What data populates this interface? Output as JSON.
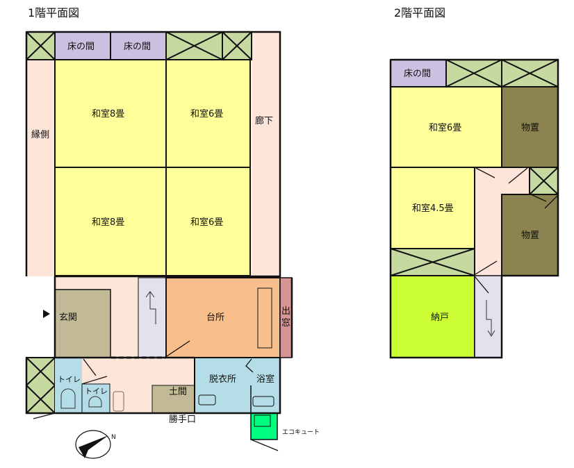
{
  "floor1": {
    "title": "1階平面図",
    "rooms": {
      "tokonoma1": "床の間",
      "tokonoma2": "床の間",
      "washitsu8a": "和室8畳",
      "washitsu6a": "和室6畳",
      "washitsu8b": "和室8畳",
      "washitsu6b": "和室6畳",
      "engawa": "縁側",
      "rouka": "廊下",
      "genkan": "玄関",
      "daidokoro": "台所",
      "demado1": "出",
      "demado2": "窓",
      "toilet1": "トイレ",
      "toilet2": "トイレ",
      "doma": "土間",
      "datsuijo": "脱衣所",
      "yokushitsu": "浴室",
      "katteguchi": "勝手口",
      "ecocute": "エコキュート"
    },
    "compass_label": "N"
  },
  "floor2": {
    "title": "2階平面図",
    "rooms": {
      "tokonoma": "床の間",
      "washitsu6": "和室6畳",
      "monooki1": "物置",
      "washitsu45": "和室4.5畳",
      "monooki2": "物置",
      "nando": "納戸"
    }
  },
  "colors": {
    "tatami": "#ffff99",
    "corridor": "#fde5d9",
    "closet": "#c6d9a0",
    "tokonoma": "#ccc0e0",
    "genkan": "#c2b997",
    "kitchen": "#f8bf8d",
    "bay_window": "#d69595",
    "wet": "#b4dde8",
    "storage": "#8c8450",
    "nando": "#ccff33",
    "stairs": "#e4e0ee",
    "ecocute": "#00ff80"
  }
}
